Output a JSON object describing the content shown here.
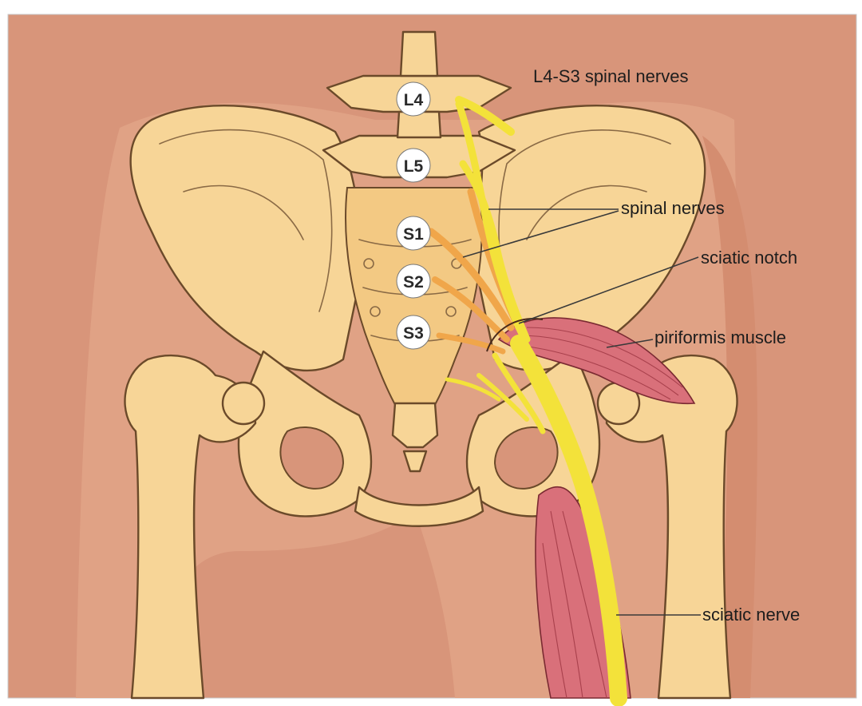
{
  "diagram": {
    "labels": {
      "title": "L4-S3 spinal nerves",
      "spinal_nerves": "spinal nerves",
      "sciatic_notch": "sciatic notch",
      "piriformis": "piriformis muscle",
      "sciatic_nerve": "sciatic nerve"
    },
    "vertebrae": [
      "L4",
      "L5",
      "S1",
      "S2",
      "S3"
    ],
    "colors": {
      "skin": "#d8957a",
      "skin_light": "#e4a78a",
      "bone": "#f7d597",
      "nerve": "#f3e23a",
      "nerve_root": "#f0a64a",
      "muscle": "#d9707a"
    }
  }
}
